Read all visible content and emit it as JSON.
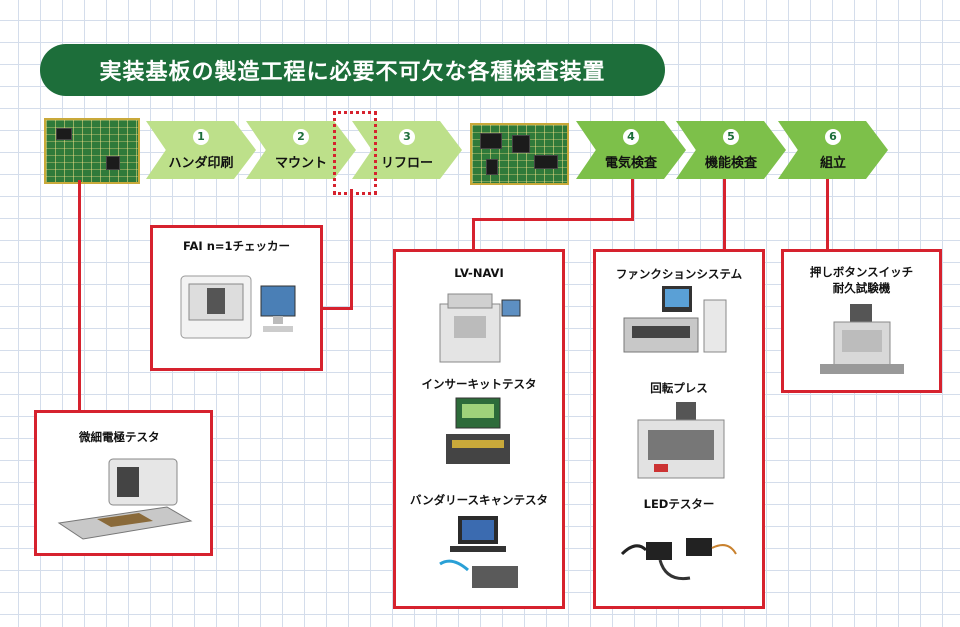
{
  "title": "実装基板の製造工程に必要不可欠な各種検査装置",
  "steps": [
    {
      "num": "1",
      "label": "ハンダ印刷"
    },
    {
      "num": "2",
      "label": "マウント"
    },
    {
      "num": "3",
      "label": "リフロー"
    },
    {
      "num": "4",
      "label": "電気検査"
    },
    {
      "num": "5",
      "label": "機能検査"
    },
    {
      "num": "6",
      "label": "組立"
    }
  ],
  "equipment": {
    "fai": "FAI n=1チェッカー",
    "micro": "微細電極テスタ",
    "lvnavi": "LV-NAVI",
    "incircuit": "インサーキットテスタ",
    "boundary": "バンダリースキャンテスタ",
    "function_system": "ファンクションシステム",
    "rotary_press": "回転プレス",
    "led_tester": "LEDテスター",
    "push_button": [
      "押しボタンスイッチ",
      "耐久試験機"
    ]
  },
  "colors": {
    "title_bg": "#1d6e3a",
    "chevron_light": "#bde08a",
    "chevron_dark": "#7dc04a",
    "connector": "#d6222e"
  }
}
